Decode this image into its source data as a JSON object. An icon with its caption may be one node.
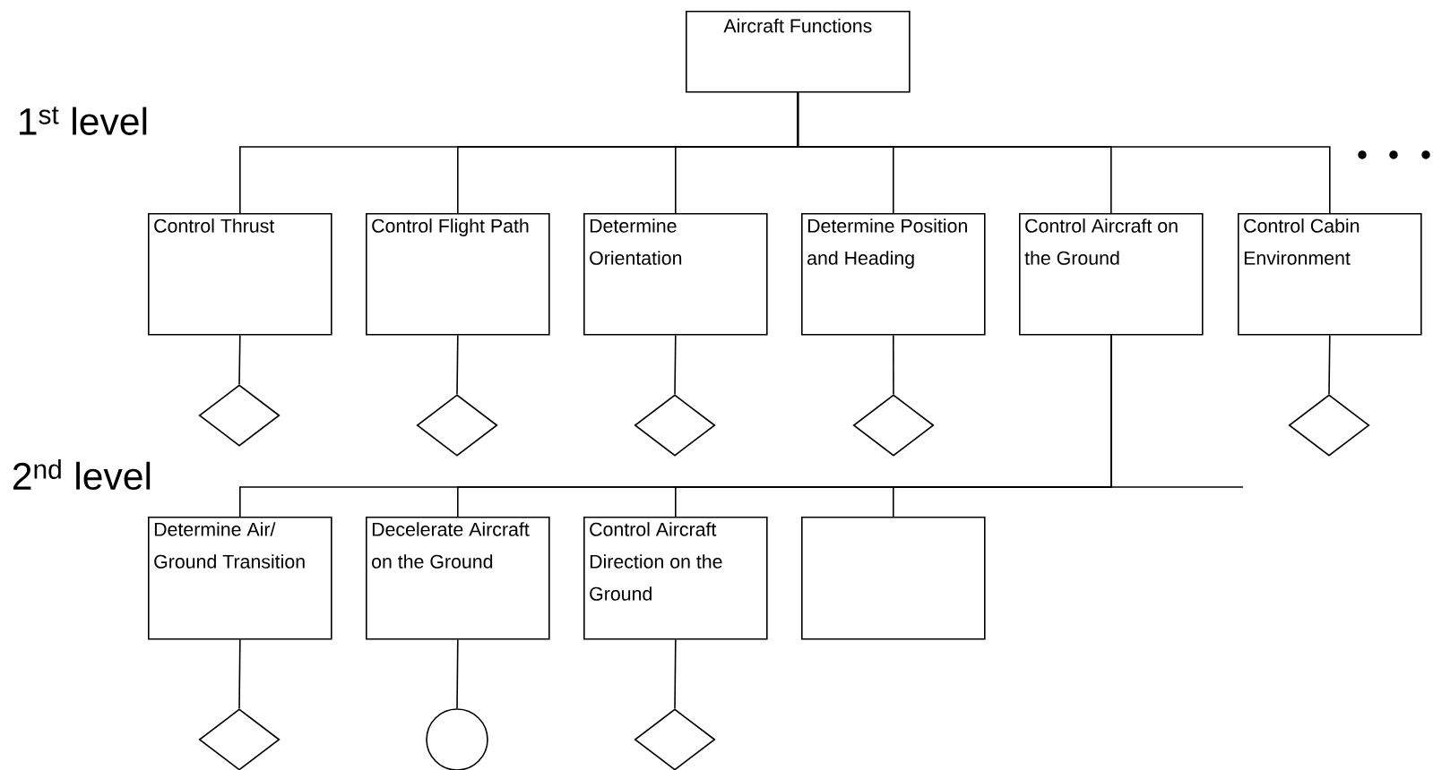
{
  "diagram": {
    "nodes": [
      {
        "text": [
          "Aircraft Functions"
        ]
      },
      {
        "text": [
          "Control Thrust"
        ]
      },
      {
        "text": [
          "Control Flight Path"
        ]
      },
      {
        "text": [
          "Determine Orientation"
        ]
      },
      {
        "text": [
          "Determine Position and Heading"
        ]
      },
      {
        "text": [
          "Control Aircraft on the Ground"
        ]
      },
      {
        "text": [
          "Control Cabin Environment"
        ]
      },
      {
        "text": [],
        "shape": "diamond"
      },
      {
        "text": [],
        "shape": "diamond"
      },
      {
        "text": [],
        "shape": "diamond"
      },
      {
        "text": [],
        "shape": "diamond"
      },
      {
        "text": [],
        "shape": "diamond"
      },
      {
        "text": [
          "Determine Air/ Ground Transition"
        ]
      },
      {
        "text": [
          "Decelerate Aircraft on the Ground"
        ]
      },
      {
        "text": [
          "Control Aircraft Direction on the Ground"
        ]
      },
      {
        "text": [],
        "shape": "box"
      },
      {
        "text": [],
        "shape": "diamond"
      },
      {
        "text": [],
        "shape": "circle"
      },
      {
        "text": [],
        "shape": "diamond"
      }
    ],
    "edges": [
      {
        "from": 0,
        "to": 1,
        "arrow": "none"
      },
      {
        "from": 0,
        "to": 2,
        "arrow": "none"
      },
      {
        "from": 0,
        "to": 3,
        "arrow": "none"
      },
      {
        "from": 0,
        "to": 4,
        "arrow": "none"
      },
      {
        "from": 0,
        "to": 5,
        "arrow": "none"
      },
      {
        "from": 0,
        "to": 6,
        "arrow": "none"
      },
      {
        "from": 1,
        "to": 7,
        "arrow": "none"
      },
      {
        "from": 2,
        "to": 8,
        "arrow": "none"
      },
      {
        "from": 3,
        "to": 9,
        "arrow": "none"
      },
      {
        "from": 4,
        "to": 10,
        "arrow": "none"
      },
      {
        "from": 6,
        "to": 11,
        "arrow": "none"
      },
      {
        "from": 5,
        "to": 12,
        "arrow": "none"
      },
      {
        "from": 5,
        "to": 13,
        "arrow": "none"
      },
      {
        "from": 5,
        "to": 14,
        "arrow": "none"
      },
      {
        "from": 5,
        "to": 15,
        "arrow": "none"
      },
      {
        "from": 12,
        "to": 16,
        "arrow": "none"
      },
      {
        "from": 13,
        "to": 17,
        "arrow": "none"
      },
      {
        "from": 14,
        "to": 18,
        "arrow": "none"
      }
    ],
    "labels": [
      "1$^{st}$ level",
      "2$^{nd}$ level"
    ]
  }
}
